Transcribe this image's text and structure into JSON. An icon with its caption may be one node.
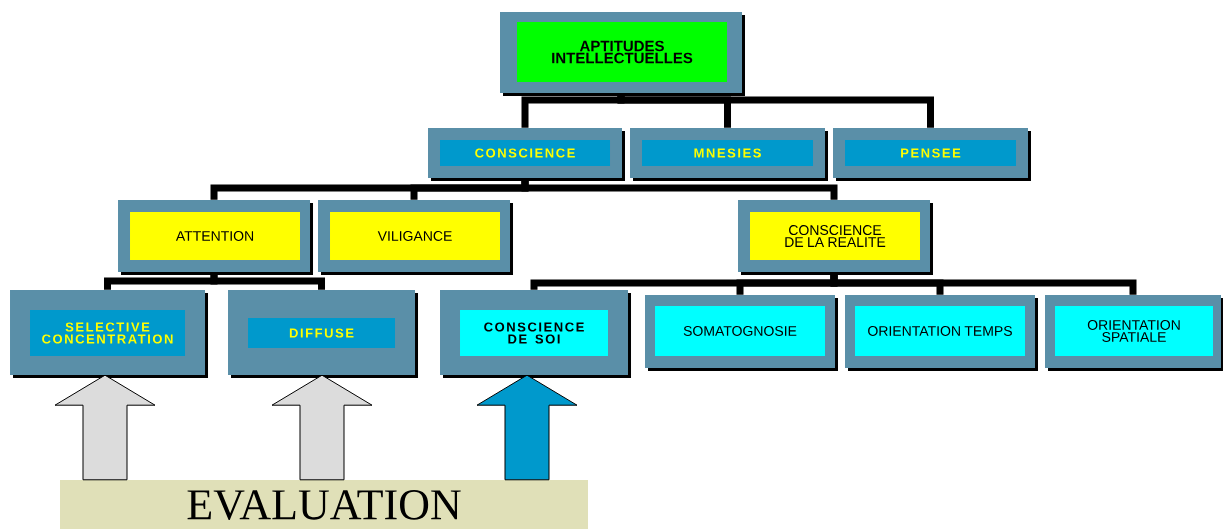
{
  "diagram": {
    "nodes": [
      {
        "text": [
          "APTITUDES INTELLECTUELLES"
        ]
      },
      {
        "text": [
          "CONSCIENCE"
        ]
      },
      {
        "text": [
          "MNESIES"
        ]
      },
      {
        "text": [
          "PENSEE"
        ]
      },
      {
        "text": [
          "ATTENTION"
        ]
      },
      {
        "text": [
          "VILIGANCE"
        ]
      },
      {
        "text": [
          "CONSCIENCE DE LA REALITE"
        ]
      },
      {
        "text": [
          "SELECTIVE CONCENTRATION"
        ]
      },
      {
        "text": [
          "DIFFUSE"
        ]
      },
      {
        "text": [
          "CONSCIENCE DE SOI"
        ]
      },
      {
        "text": [
          "SOMATOGNOSIE"
        ]
      },
      {
        "text": [
          "ORIENTATION TEMPS"
        ]
      },
      {
        "text": [
          "ORIENTATION SPATIALE"
        ]
      },
      {
        "text": [
          "EVALUATION"
        ]
      }
    ],
    "edges": [
      {
        "from": 0,
        "to": 1,
        "arrow": "none"
      },
      {
        "from": 0,
        "to": 2,
        "arrow": "none"
      },
      {
        "from": 0,
        "to": 3,
        "arrow": "none"
      },
      {
        "from": 1,
        "to": 4,
        "arrow": "none"
      },
      {
        "from": 1,
        "to": 5,
        "arrow": "none"
      },
      {
        "from": 1,
        "to": 6,
        "arrow": "none"
      },
      {
        "from": 4,
        "to": 7,
        "arrow": "none"
      },
      {
        "from": 4,
        "to": 8,
        "arrow": "none"
      },
      {
        "from": 6,
        "to": 9,
        "arrow": "none"
      },
      {
        "from": 6,
        "to": 10,
        "arrow": "none"
      },
      {
        "from": 6,
        "to": 11,
        "arrow": "none"
      },
      {
        "from": 6,
        "to": 12,
        "arrow": "none"
      },
      {
        "from": 13,
        "to": 7,
        "arrow": "to",
        "style": "thick",
        "color": "#dcdcdc"
      },
      {
        "from": 13,
        "to": 8,
        "arrow": "to",
        "style": "thick",
        "color": "#dcdcdc"
      },
      {
        "from": 13,
        "to": 9,
        "arrow": "to",
        "style": "thick",
        "color": "#0099cc"
      }
    ]
  }
}
